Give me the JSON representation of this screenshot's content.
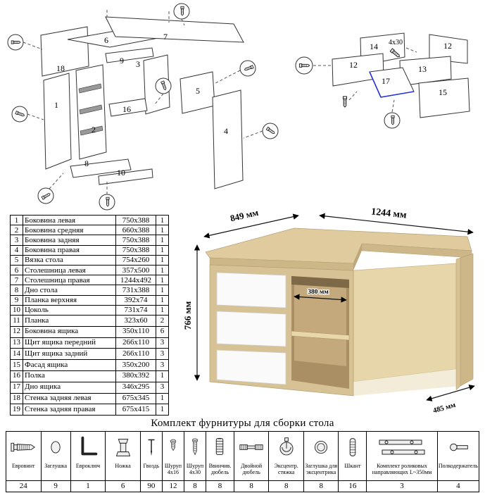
{
  "footer_title": "Комплект фурнитуры для сборки стола",
  "parts_table_1": {
    "rows": [
      [
        "1",
        "Боковина левая",
        "750x388",
        "1"
      ],
      [
        "2",
        "Боковина средняя",
        "660x388",
        "1"
      ],
      [
        "3",
        "Боковина задняя",
        "750x388",
        "1"
      ],
      [
        "4",
        "Боковина правая",
        "750x388",
        "1"
      ],
      [
        "5",
        "Вязка стола",
        "754x260",
        "1"
      ],
      [
        "6",
        "Столешница левая",
        "357x500",
        "1"
      ],
      [
        "7",
        "Столешница правая",
        "1244x492",
        "1"
      ],
      [
        "8",
        "Дно стола",
        "731x388",
        "1"
      ],
      [
        "9",
        "Планка верхняя",
        "392x74",
        "1"
      ],
      [
        "10",
        "Цоколь",
        "731x74",
        "1"
      ]
    ]
  },
  "parts_table_2": {
    "rows": [
      [
        "11",
        "Планка",
        "323x60",
        "2"
      ],
      [
        "12",
        "Боковина ящика",
        "350x110",
        "6"
      ],
      [
        "13",
        "Щит ящика передний",
        "266x110",
        "3"
      ],
      [
        "14",
        "Щит ящика задний",
        "266x110",
        "3"
      ],
      [
        "15",
        "Фасад ящика",
        "350x200",
        "3"
      ],
      [
        "16",
        "Полка",
        "380x392",
        "1"
      ],
      [
        "17",
        "Дно ящика",
        "346x295",
        "3"
      ],
      [
        "18",
        "Стенка задняя левая",
        "675x345",
        "1"
      ],
      [
        "19",
        "Стенка задняя правая",
        "675x415",
        "1"
      ]
    ]
  },
  "desk_dimensions": {
    "left_depth": "849 мм",
    "width": "1244 мм",
    "height": "766 мм",
    "niche": "380 мм",
    "side_depth": "485 мм"
  },
  "diagram_left": {
    "labels": {
      "p18": "18",
      "p1": "1",
      "p6": "6",
      "p7": "7",
      "p9": "9",
      "p3": "3",
      "p2": "2",
      "p16": "16",
      "p5": "5",
      "p8": "8",
      "p10": "10",
      "p4": "4"
    }
  },
  "diagram_right": {
    "labels": {
      "p14": "14",
      "p12a": "12",
      "p12b": "12",
      "p13": "13",
      "p17": "17",
      "p15": "15"
    },
    "annotation": "4x30"
  },
  "hardware": {
    "items": [
      {
        "name": "Евровинт",
        "qty": "24",
        "icon": "confirmat-screw-icon"
      },
      {
        "name": "Заглушка",
        "qty": "9",
        "icon": "cap-icon"
      },
      {
        "name": "Евроключ",
        "qty": "1",
        "icon": "hex-key-icon"
      },
      {
        "name": "Ножка",
        "qty": "6",
        "icon": "leg-icon"
      },
      {
        "name": "Гвоздь",
        "qty": "90",
        "icon": "nail-icon"
      },
      {
        "name": "Шуруп 4x16",
        "qty": "12",
        "icon": "screw-short-icon"
      },
      {
        "name": "Шуруп 4x30",
        "qty": "8",
        "icon": "screw-long-icon"
      },
      {
        "name": "Ввинчив. дюбель",
        "qty": "8",
        "icon": "screw-dowel-icon"
      },
      {
        "name": "Двойной дюбель",
        "qty": "8",
        "icon": "double-dowel-icon"
      },
      {
        "name": "Эксцентр. стяжка",
        "qty": "8",
        "icon": "eccentric-cam-icon"
      },
      {
        "name": "Заглушка для эксцентрика",
        "qty": "8",
        "icon": "cam-cap-icon"
      },
      {
        "name": "Шкант",
        "qty": "16",
        "icon": "wood-dowel-icon"
      },
      {
        "name": "Комплект роликовых направляющих L~350мм",
        "qty": "3",
        "icon": "roller-slides-icon"
      },
      {
        "name": "Полкодержатель",
        "qty": "4",
        "icon": "shelf-pin-icon"
      }
    ]
  }
}
